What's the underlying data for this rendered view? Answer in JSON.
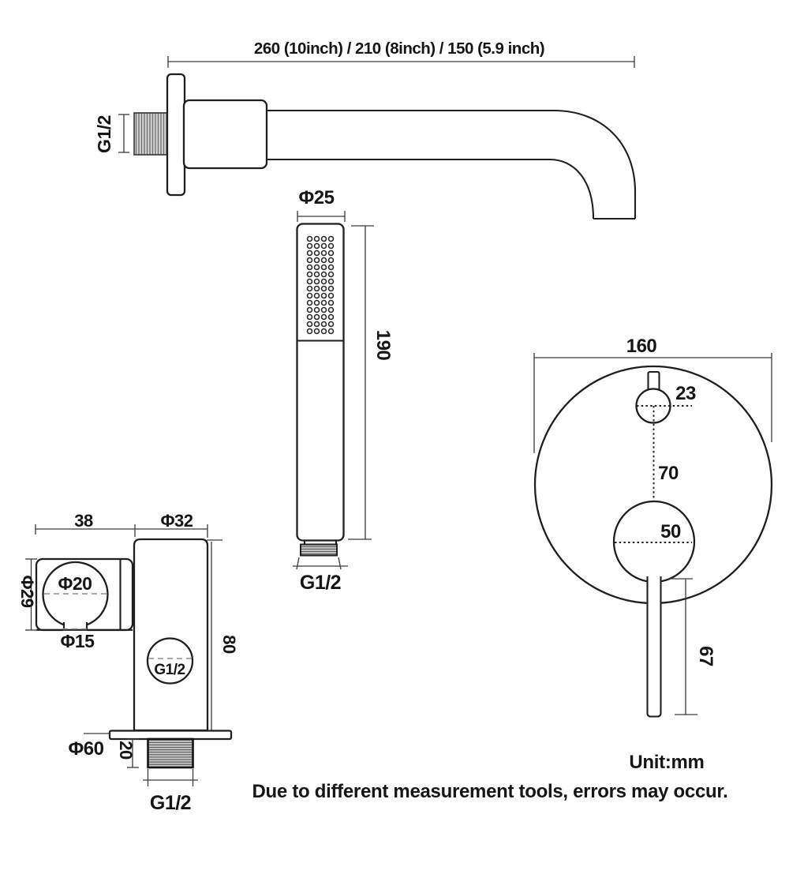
{
  "spout": {
    "length_dim": "260 (10inch) / 210 (8inch) / 150 (5.9 inch)",
    "thread_dim": "G1/2"
  },
  "handshower": {
    "diameter_dim": "Φ25",
    "length_dim": "190",
    "thread_dim": "G1/2"
  },
  "valve": {
    "plate_diameter_dim": "160",
    "knob_diameter_dim": "23",
    "center_distance_dim": "70",
    "lever_diameter_dim": "50",
    "lever_length_dim": "67"
  },
  "holder": {
    "bracket_width_dim": "38",
    "body_diameter_dim": "Φ32",
    "bracket_height_dim": "Φ29",
    "ring_diameter_dim": "Φ20",
    "opening_dim": "Φ15",
    "body_height_dim": "80",
    "flange_diameter_dim": "Φ60",
    "thread_length_dim": "20",
    "inlet_thread_dim": "G1/2",
    "bottom_thread_dim": "G1/2"
  },
  "notes": {
    "unit": "Unit:mm",
    "disclaimer": "Due to different measurement tools, errors may occur."
  }
}
